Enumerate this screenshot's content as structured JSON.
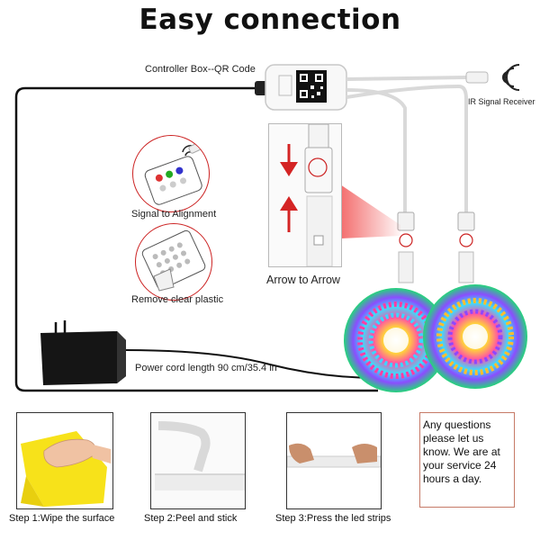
{
  "title": "Easy connection",
  "labels": {
    "controller": "Controller Box--QR Code",
    "ir_receiver": "IR Signal Receiver",
    "signal_alignment": "Signal to Alignment",
    "remove_plastic": "Remove clear plastic",
    "arrow_to_arrow": "Arrow to Arrow",
    "power_cord": "Power cord length 90 cm/35.4 in"
  },
  "steps": [
    {
      "label": "Step 1:Wipe the surface"
    },
    {
      "label": "Step 2:Peel and stick"
    },
    {
      "label": "Step 3:Press the led strips"
    }
  ],
  "help_text": "Any questions please let us know. We are at your service 24 hours a day.",
  "colors": {
    "accent_red": "#d42424",
    "strip_white": "#f2f2f2",
    "cable_black": "#111111",
    "cloth_yellow": "#f7e21a"
  }
}
